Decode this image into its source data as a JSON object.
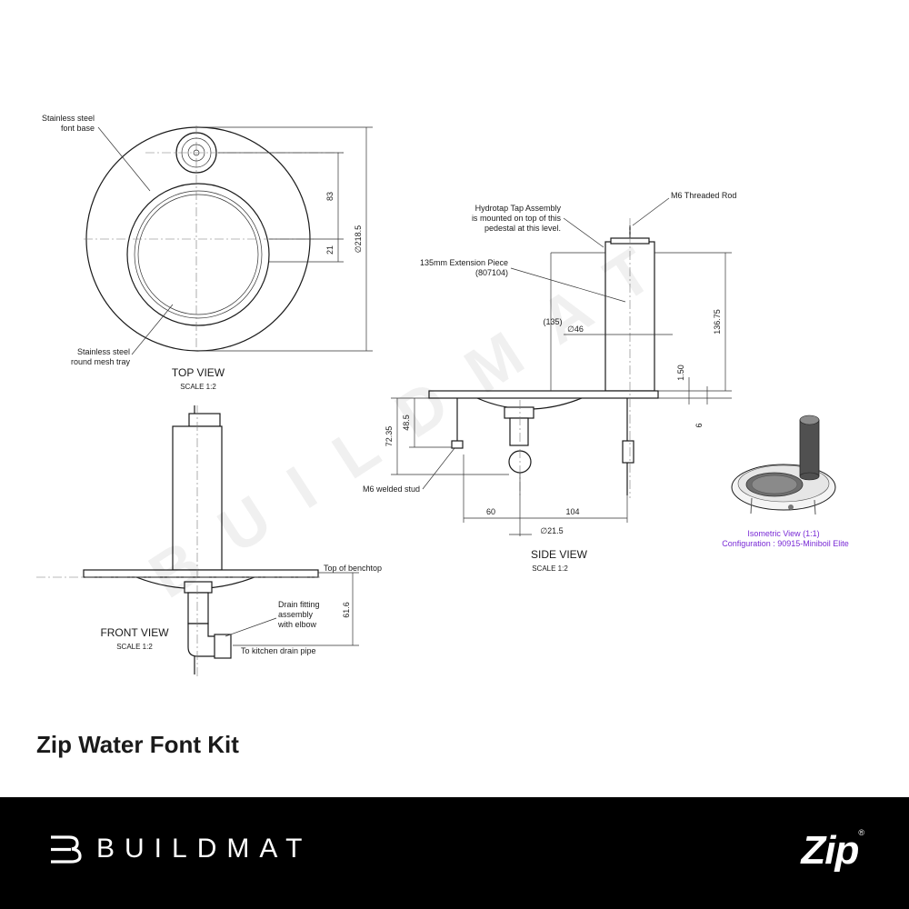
{
  "title": "Zip Water Font Kit",
  "brand": {
    "name": "BUILDMAT",
    "watermark": "BUILDMAT",
    "partner_logo": "Zip",
    "partner_logo_mark": "®"
  },
  "top_view": {
    "label": "TOP VIEW",
    "scale": "SCALE 1:2",
    "callouts": {
      "font_base_1": "Stainless steel",
      "font_base_2": "font base",
      "tray_1": "Stainless steel",
      "tray_2": "round mesh tray"
    },
    "dims": {
      "offset": "83",
      "small": "21",
      "diameter": "∅218.5"
    }
  },
  "front_view": {
    "label": "FRONT VIEW",
    "scale": "SCALE 1:2",
    "callouts": {
      "benchtop": "Top of benchtop",
      "drain_1": "Drain fitting",
      "drain_2": "assembly",
      "drain_3": "with elbow",
      "drain_pipe": "To kitchen drain pipe"
    },
    "dims": {
      "height": "61.6"
    }
  },
  "side_view": {
    "label": "SIDE VIEW",
    "scale": "SCALE 1:2",
    "callouts": {
      "rod": "M6 Threaded Rod",
      "tap_1": "Hydrotap Tap Assembly",
      "tap_2": "is mounted on top of this",
      "tap_3": "pedestal at this level.",
      "ext_1": "135mm Extension Piece",
      "ext_2": "(807104)",
      "stud": "M6 welded stud"
    },
    "dims": {
      "ext": "(135)",
      "dia": "∅46",
      "height": "136.75",
      "thick": "1.50",
      "six": "6",
      "d1": "72.35",
      "d2": "48.5",
      "w1": "60",
      "w2": "104",
      "drain_dia": "∅21.5"
    }
  },
  "iso_view": {
    "label": "Isometric View (1:1)",
    "config": "Configuration : 90915-Miniboil Elite",
    "label_color": "#7a2bd6"
  }
}
